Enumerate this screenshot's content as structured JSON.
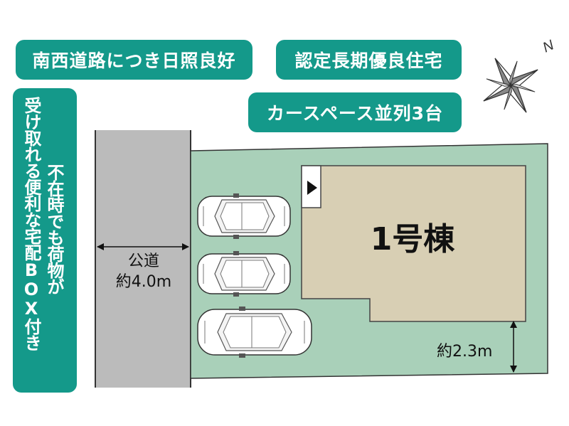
{
  "badges": {
    "southwest_road": "南西道路につき日照良好",
    "certified_housing": "認定長期優良住宅",
    "parking": "カースペース並列3台"
  },
  "delivery_box": {
    "line1": "受け取れる便利な宅配BOX付き",
    "line2": "不在時でも荷物が"
  },
  "road": {
    "name": "公道",
    "width": "約4.0m"
  },
  "building": {
    "label": "1号棟"
  },
  "setback": {
    "label": "約2.3m"
  },
  "compass": {
    "north": "N"
  },
  "colors": {
    "accent_teal": "#14998a",
    "lot_green": "#a9d0b9",
    "road_gray": "#bbbbbb",
    "building_beige": "#d8cfb4"
  }
}
